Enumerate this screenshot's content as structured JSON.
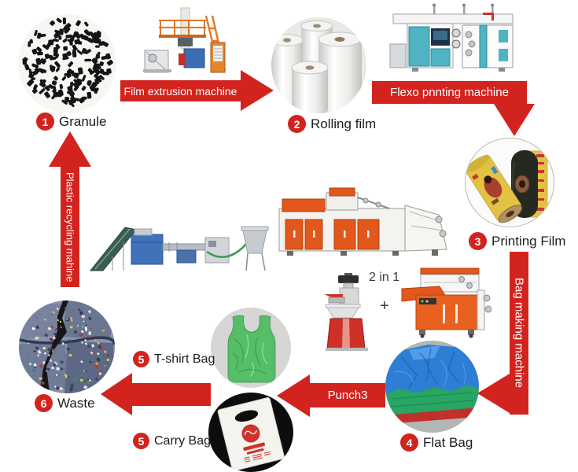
{
  "colors": {
    "accent_red": "#d2231f",
    "label_text": "#1c1c1c"
  },
  "stages": {
    "granule": {
      "num": "1",
      "label": "Granule"
    },
    "rolling_film": {
      "num": "2",
      "label": "Rolling film"
    },
    "printing_film": {
      "num": "3",
      "label": "Printing Film"
    },
    "flat_bag": {
      "num": "4",
      "label": "Flat Bag"
    },
    "tshirt_bag": {
      "num": "5",
      "label": "T-shirt Bag"
    },
    "carry_bag": {
      "num": "5",
      "label": "Carry Bag"
    },
    "waste": {
      "num": "6",
      "label": "Waste"
    }
  },
  "arrows": {
    "film_extrusion": "Film extrusion machine",
    "flexo_printing": "Flexo pnnting machine",
    "bag_making": "Bag making machine",
    "punch": "Punch3",
    "plastic_recycling": "Plastic recycling mahine"
  },
  "annotations": {
    "two_in_one": "2 in 1",
    "plus": "+"
  }
}
